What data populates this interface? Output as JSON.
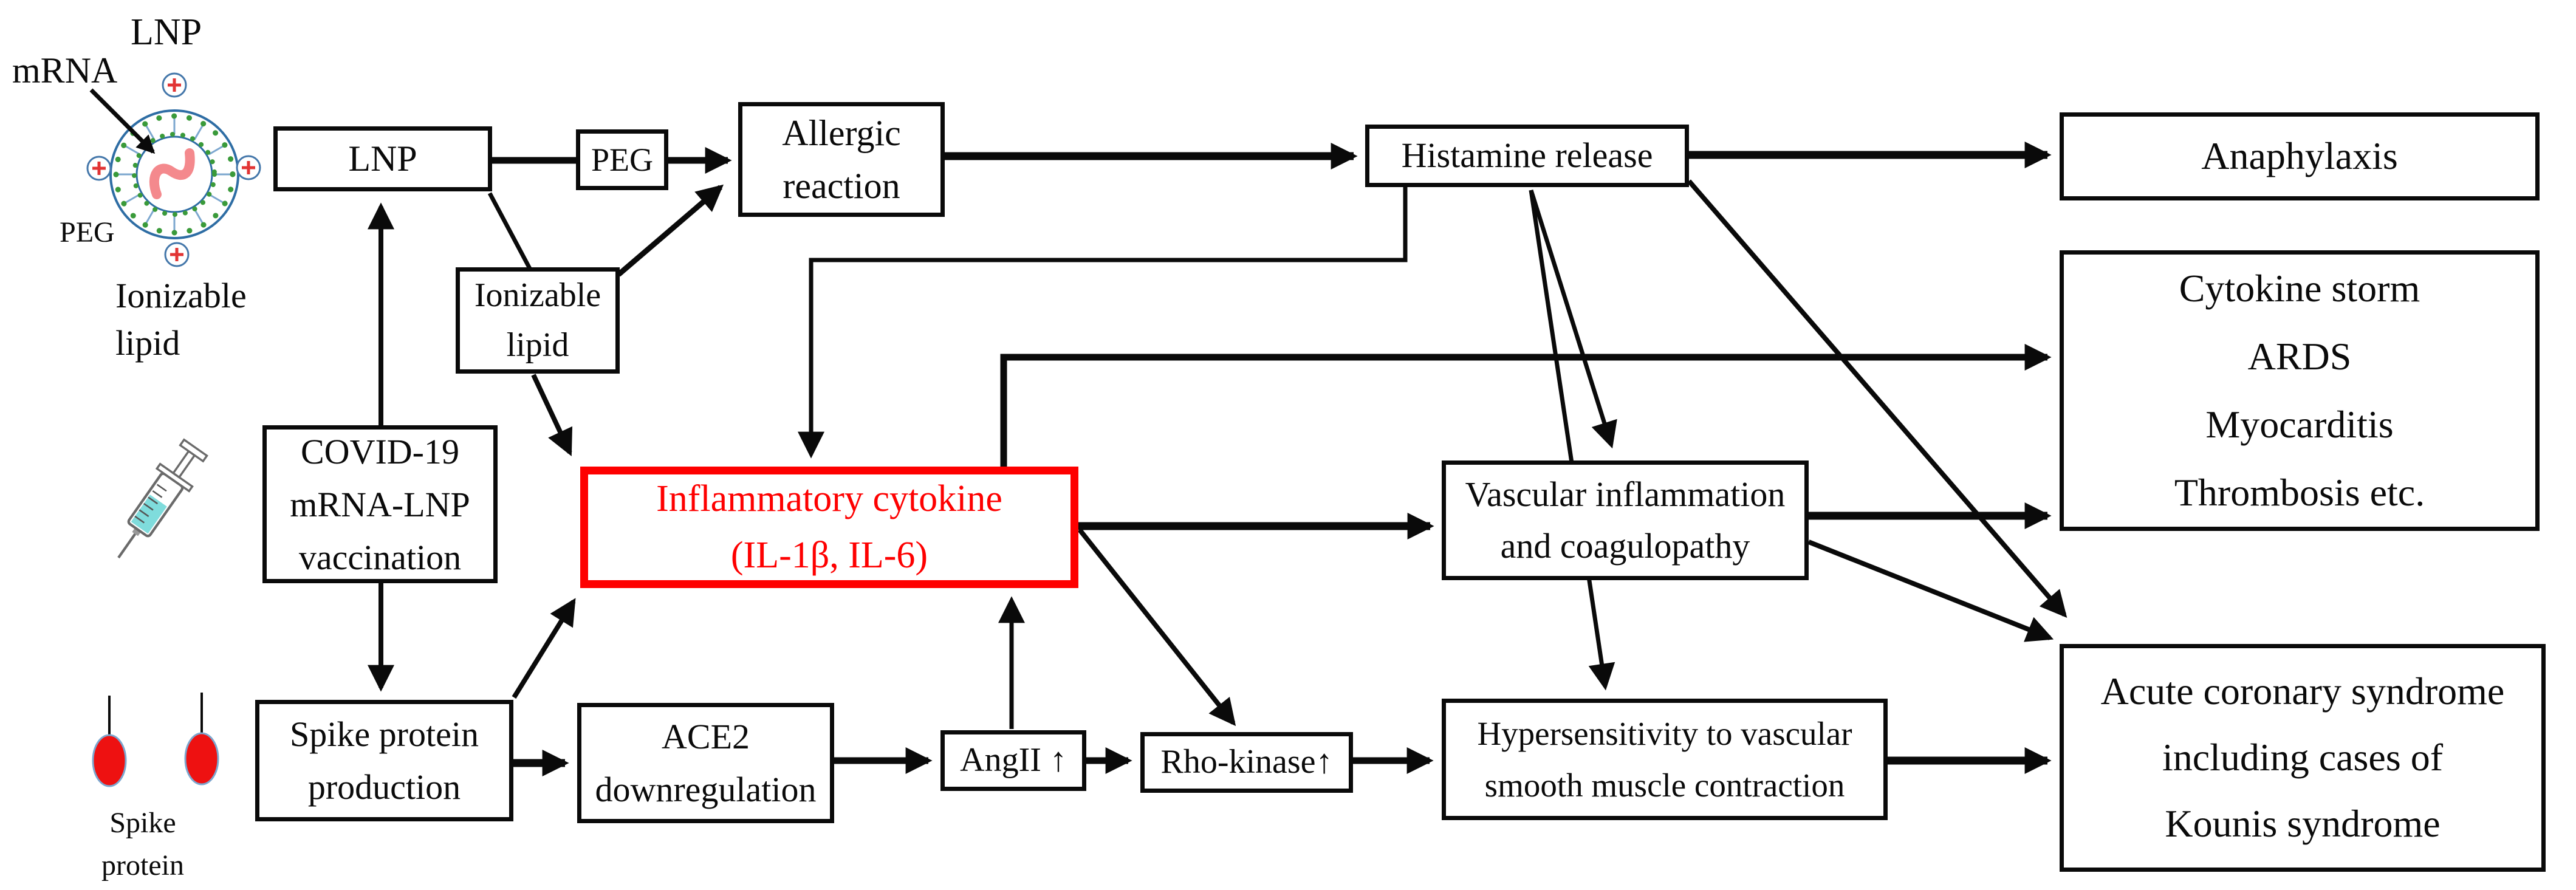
{
  "nodes": {
    "lnp": {
      "label": "LNP"
    },
    "peg": {
      "label": "PEG"
    },
    "allergic": {
      "label": "Allergic\nreaction"
    },
    "histamine": {
      "label": "Histamine release"
    },
    "anaphylaxis": {
      "label": "Anaphylaxis"
    },
    "storm": {
      "label": "Cytokine storm\nARDS\nMyocarditis\nThrombosis etc."
    },
    "ionizable": {
      "label": "Ionizable\nlipid"
    },
    "covid": {
      "label": "COVID-19\nmRNA-LNP\nvaccination"
    },
    "cytokine": {
      "label": "Inflammatory cytokine\n(IL-1β, IL-6)"
    },
    "vascular": {
      "label": "Vascular inflammation\nand coagulopathy"
    },
    "spikeprod": {
      "label": "Spike protein\nproduction"
    },
    "ace2": {
      "label": "ACE2\ndownregulation"
    },
    "angii": {
      "label": "AngII ↑"
    },
    "rho": {
      "label": "Rho-kinase↑"
    },
    "hyper": {
      "label": "Hypersensitivity to vascular\nsmooth muscle contraction"
    },
    "acs": {
      "label": "Acute coronary syndrome\nincluding cases of\nKounis syndrome"
    }
  },
  "labels": {
    "lnp": "LNP",
    "mrna": "mRNA",
    "peg": "PEG",
    "ionizable": "Ionizable\nlipid",
    "spike": "Spike\nprotein"
  },
  "colors": {
    "highlight": "#fe0000",
    "arrow": "#0a0a0a",
    "membrane": "#2e6da4",
    "lipid_dot": "#3a9a3a",
    "spoke": "#7ca7cf",
    "mrna": "#f4898d",
    "charge": "#e23434",
    "syringe_liquid": "#7fdcdc",
    "syringe_outline": "#6a6a6a",
    "spike_protein": "#ee1111"
  }
}
